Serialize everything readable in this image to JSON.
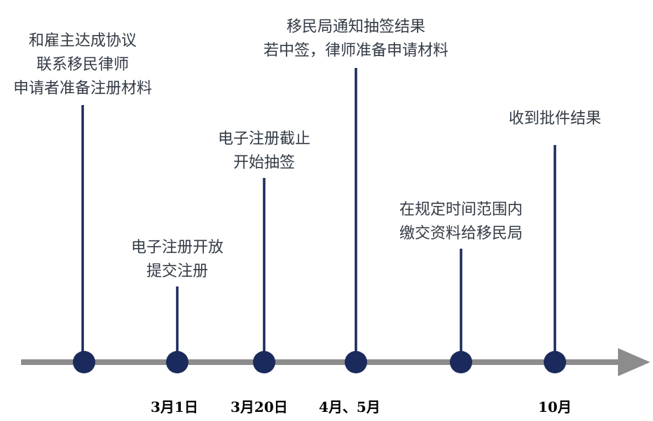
{
  "colors": {
    "axis": "#8c8c8c",
    "marker": "#1b2a5c",
    "stem": "#1b2a5c",
    "text": "#333b46"
  },
  "events": [
    {
      "id": "e1",
      "lines": [
        "和雇主达成协议",
        "联系移民律师",
        "申请者准备注册材料"
      ],
      "date": ""
    },
    {
      "id": "e2",
      "lines": [
        "电子注册开放",
        "提交注册"
      ],
      "date": "3月1日"
    },
    {
      "id": "e3",
      "lines": [
        "电子注册截止",
        "开始抽签"
      ],
      "date": "3月20日"
    },
    {
      "id": "e4",
      "lines": [
        "移民局通知抽签结果",
        "若中签，律师准备申请材料"
      ],
      "date": "4月、5月"
    },
    {
      "id": "e5",
      "lines": [
        "在规定时间范围内",
        "缴交资料给移民局"
      ],
      "date": ""
    },
    {
      "id": "e6",
      "lines": [
        "收到批件结果"
      ],
      "date": "10月"
    }
  ]
}
